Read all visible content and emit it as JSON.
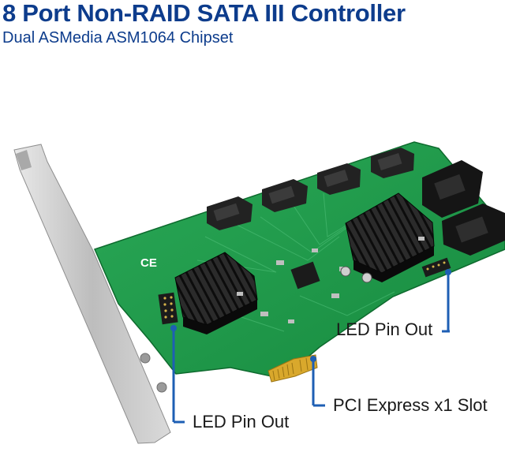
{
  "title": "8 Port Non-RAID SATA III Controller",
  "subtitle": "Dual ASMedia ASM1064 Chipset",
  "callouts": {
    "led_right": "LED Pin Out",
    "led_left": "LED Pin Out",
    "pci": "PCI Express x1 Slot"
  },
  "board": {
    "ce_mark": "CE",
    "sata_port_count": 8,
    "vertical_ports": 4,
    "side_ports": 2
  },
  "colors": {
    "title": "#0d3c8c",
    "callout_line": "#1e5fb4",
    "pcb": "#1f9a4a",
    "heatsink": "#1c1c1c",
    "gold": "#d9a82c",
    "bracket": "#c9c9c9"
  }
}
